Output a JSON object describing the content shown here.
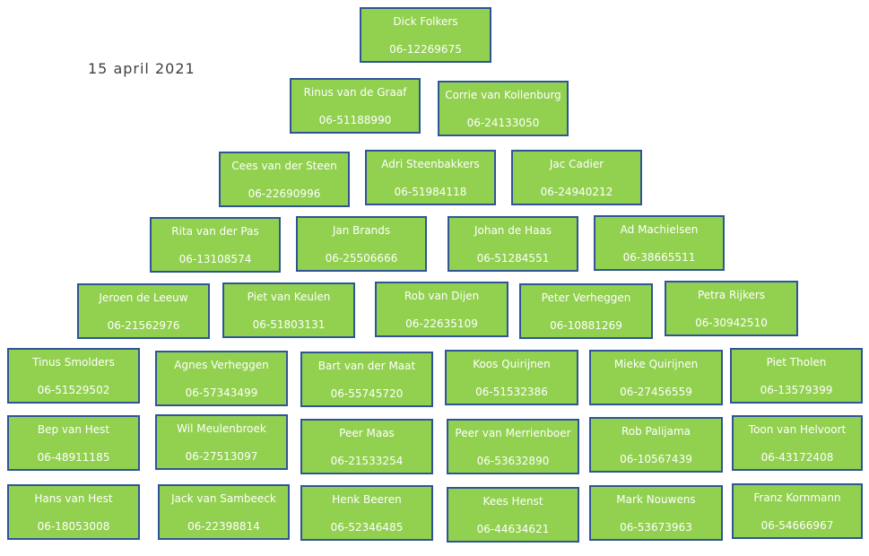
{
  "date": "15 april 2021",
  "rows": [
    [
      {
        "name": "Dick Folkers",
        "phone": "06-12269675"
      }
    ],
    [
      {
        "name": "Rinus van de Graaf",
        "phone": "06-51188990"
      },
      {
        "name": "Corrie van Kollenburg",
        "phone": "06-24133050"
      }
    ],
    [
      {
        "name": "Cees van der Steen",
        "phone": "06-22690996"
      },
      {
        "name": "Adri Steenbakkers",
        "phone": "06-51984118"
      },
      {
        "name": "Jac Cadier",
        "phone": "06-24940212"
      }
    ],
    [
      {
        "name": "Rita van der Pas",
        "phone": "06-13108574"
      },
      {
        "name": "Jan Brands",
        "phone": "06-25506666"
      },
      {
        "name": "Johan de Haas",
        "phone": "06-51284551"
      },
      {
        "name": "Ad Machielsen",
        "phone": "06-38665511"
      }
    ],
    [
      {
        "name": "Jeroen de Leeuw",
        "phone": "06-21562976"
      },
      {
        "name": "Piet van Keulen",
        "phone": "06-51803131"
      },
      {
        "name": "Rob van Dijen",
        "phone": "06-22635109"
      },
      {
        "name": "Peter Verheggen",
        "phone": "06-10881269"
      },
      {
        "name": "Petra Rijkers",
        "phone": "06-30942510"
      }
    ],
    [
      {
        "name": "Tinus Smolders",
        "phone": "06-51529502"
      },
      {
        "name": "Agnes Verheggen",
        "phone": "06-57343499"
      },
      {
        "name": "Bart van der Maat",
        "phone": "06-55745720"
      },
      {
        "name": "Koos Quirijnen",
        "phone": "06-51532386"
      },
      {
        "name": "Mieke Quirijnen",
        "phone": "06-27456559"
      },
      {
        "name": "Piet Tholen",
        "phone": "06-13579399"
      }
    ],
    [
      {
        "name": "Bep van Hest",
        "phone": "06-48911185"
      },
      {
        "name": "Wil Meulenbroek",
        "phone": "06-27513097"
      },
      {
        "name": "Peer Maas",
        "phone": "06-21533254"
      },
      {
        "name": "Peer van Merrienboer",
        "phone": "06-53632890"
      },
      {
        "name": "Rob Palijama",
        "phone": "06-10567439"
      },
      {
        "name": "Toon van Helvoort",
        "phone": "06-43172408"
      }
    ],
    [
      {
        "name": "Hans van Hest",
        "phone": "06-18053008"
      },
      {
        "name": "Jack van Sambeeck",
        "phone": "06-22398814"
      },
      {
        "name": "Henk Beeren",
        "phone": "06-52346485"
      },
      {
        "name": "Kees Henst",
        "phone": "06-44634621"
      },
      {
        "name": "Mark Nouwens",
        "phone": "06-53673963"
      },
      {
        "name": "Franz Kornmann",
        "phone": "06-54666967"
      }
    ]
  ]
}
